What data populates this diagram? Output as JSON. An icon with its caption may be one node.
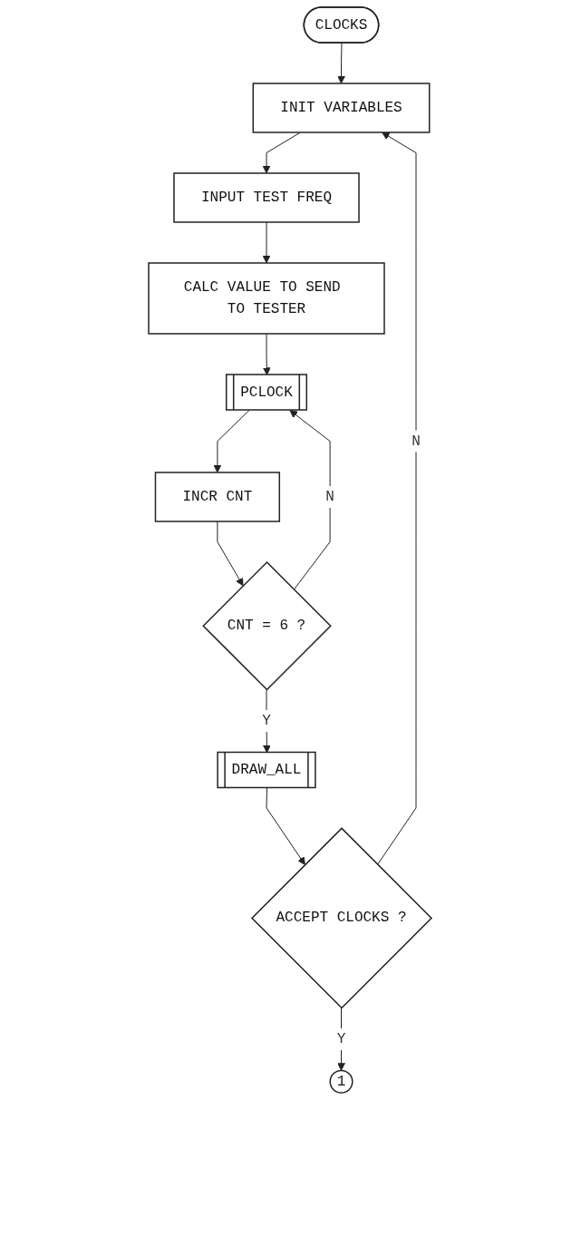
{
  "diagram": {
    "nodes": [
      {
        "text": [
          "CLOCKS"
        ]
      },
      {
        "text": [
          "INIT VARIABLES"
        ]
      },
      {
        "text": [
          "INPUT TEST FREQ"
        ]
      },
      {
        "text": [
          "CALC VALUE TO SEND TO TESTER"
        ]
      },
      {
        "text": [
          "PCLOCK"
        ]
      },
      {
        "text": [
          "INCR CNT"
        ]
      },
      {
        "text": [
          "CNT = 6 ?"
        ]
      },
      {
        "text": [
          "DRAW_ALL"
        ]
      },
      {
        "text": [
          "ACCEPT CLOCKS ?"
        ]
      },
      {
        "text": [
          "1"
        ]
      }
    ],
    "edges": [
      {
        "from": 0,
        "to": 1,
        "arrow": "to"
      },
      {
        "from": 1,
        "to": 2,
        "arrow": "to"
      },
      {
        "from": 2,
        "to": 3,
        "arrow": "to"
      },
      {
        "from": 3,
        "to": 4,
        "arrow": "to"
      },
      {
        "from": 4,
        "to": 5,
        "arrow": "to"
      },
      {
        "from": 5,
        "to": 6,
        "arrow": "to"
      },
      {
        "from": 6,
        "to": 4,
        "label": "N",
        "arrow": "to"
      },
      {
        "from": 6,
        "to": 7,
        "label": "Y",
        "arrow": "to"
      },
      {
        "from": 7,
        "to": 8,
        "arrow": "to"
      },
      {
        "from": 8,
        "to": 1,
        "label": "N",
        "arrow": "to"
      },
      {
        "from": 8,
        "to": 9,
        "label": "Y",
        "arrow": "to"
      }
    ]
  }
}
